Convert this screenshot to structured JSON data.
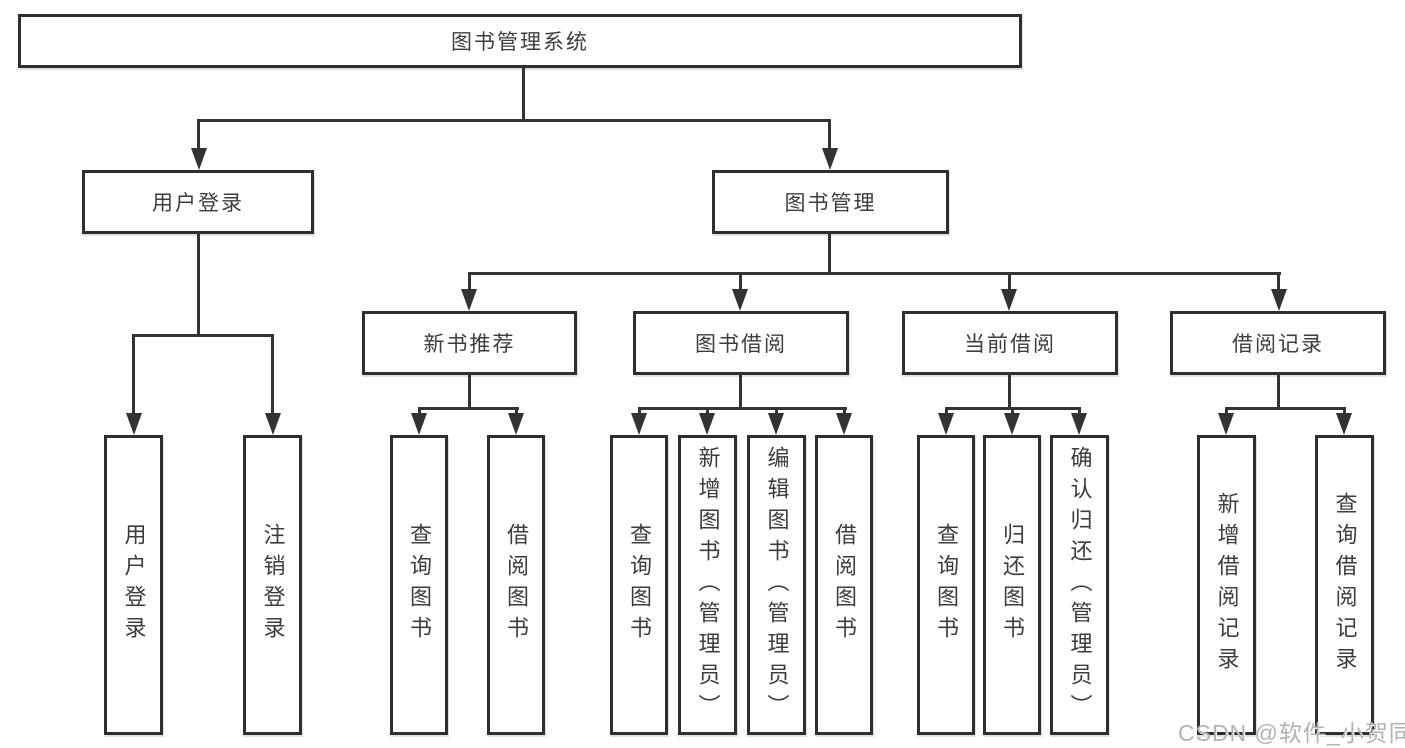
{
  "diagram_title": "图书管理系统",
  "tree": {
    "root": {
      "label": "图书管理系统"
    },
    "branches": [
      {
        "label": "用户登录",
        "children": [
          {
            "label": "用户登录"
          },
          {
            "label": "注销登录"
          }
        ]
      },
      {
        "label": "图书管理",
        "children": [
          {
            "label": "新书推荐",
            "children": [
              {
                "label": "查询图书"
              },
              {
                "label": "借阅图书"
              }
            ]
          },
          {
            "label": "图书借阅",
            "children": [
              {
                "label": "查询图书"
              },
              {
                "label": "新增图书（管理员）"
              },
              {
                "label": "编辑图书（管理员）"
              },
              {
                "label": "借阅图书"
              }
            ]
          },
          {
            "label": "当前借阅",
            "children": [
              {
                "label": "查询图书"
              },
              {
                "label": "归还图书"
              },
              {
                "label": "确认归还（管理员）"
              }
            ]
          },
          {
            "label": "借阅记录",
            "children": [
              {
                "label": "新增借阅记录"
              },
              {
                "label": "查询借阅记录"
              }
            ]
          }
        ]
      }
    ]
  },
  "watermark": "CSDN @软件_小贺同学",
  "colors": {
    "line": "#333333",
    "box_border": "#2e2e2e",
    "text": "#3d3d3d",
    "background": "#ffffff",
    "watermark": "#b3b3b3"
  }
}
